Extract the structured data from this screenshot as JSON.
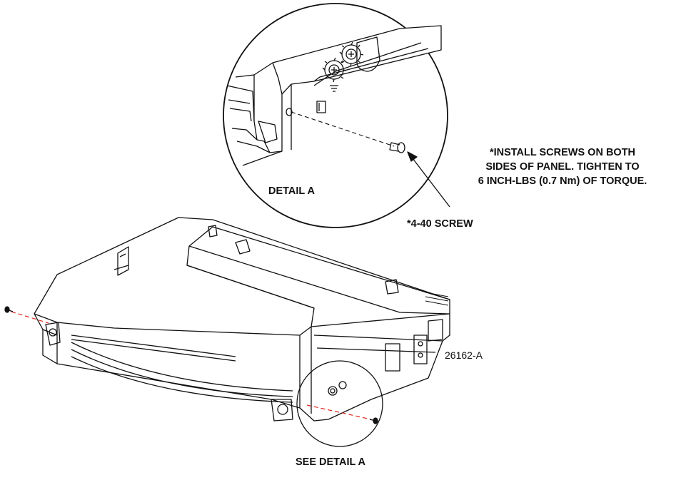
{
  "labels": {
    "install_note_1": "*INSTALL SCREWS ON BOTH",
    "install_note_2": "SIDES OF PANEL. TIGHTEN TO",
    "install_note_3": "6 INCH-LBS (0.7 Nm) OF TORQUE.",
    "screw": "*4-40 SCREW",
    "detail": "DETAIL A",
    "see_detail": "SEE DETAIL A",
    "figure_code": "26162-A"
  },
  "colors": {
    "line": "#111111",
    "screw_path": "#e0261d",
    "background": "#ffffff"
  }
}
